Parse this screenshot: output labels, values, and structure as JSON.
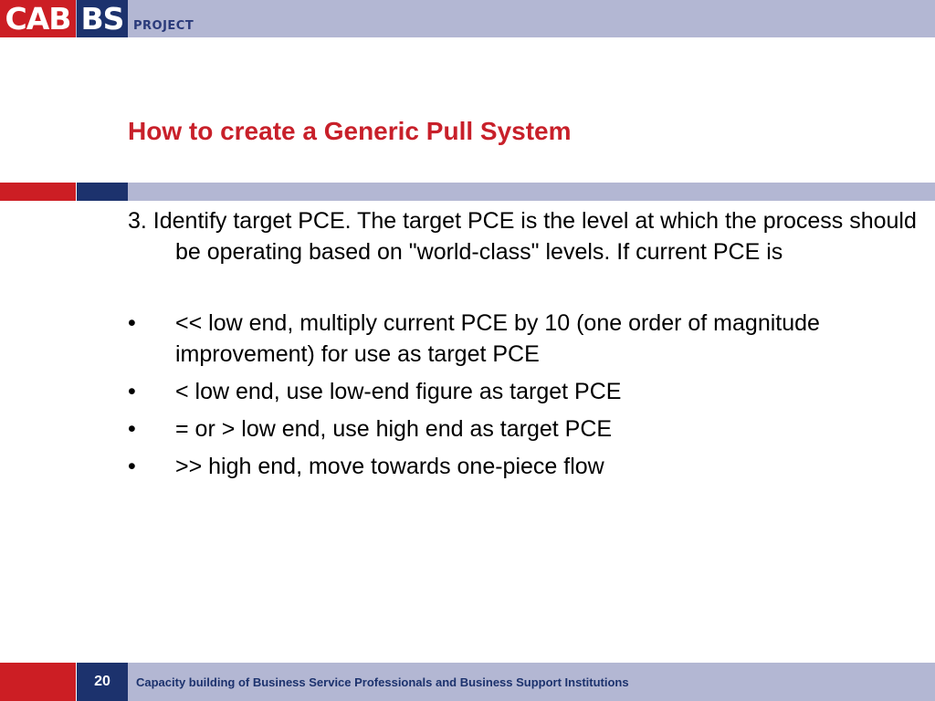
{
  "header": {
    "logo_part1": "CAB",
    "logo_part2": "BS",
    "logo_suffix": "PROJECT"
  },
  "slide": {
    "title": "How to create a Generic Pull System",
    "intro": "3. Identify target PCE. The target PCE is the level at which the process should be operating based on \"world-class\" levels. If current PCE is",
    "bullets": [
      {
        "marker": "•",
        "text": "<< low end, multiply current PCE by 10 (one order of magnitude improvement) for use as target PCE"
      },
      {
        "marker": "•",
        "text": "< low end, use low-end figure as target PCE"
      },
      {
        "marker": "•",
        "text": "= or > low end, use high end as target PCE"
      },
      {
        "marker": "•",
        "text": ">> high end, move towards one-piece flow"
      }
    ]
  },
  "footer": {
    "page_number": "20",
    "caption": "Capacity building of Business Service Professionals and Business Support Institutions"
  },
  "colors": {
    "brand_red": "#cc1e24",
    "brand_navy": "#1c326d",
    "brand_lavender": "#b3b7d3",
    "title_red": "#c8202a"
  }
}
